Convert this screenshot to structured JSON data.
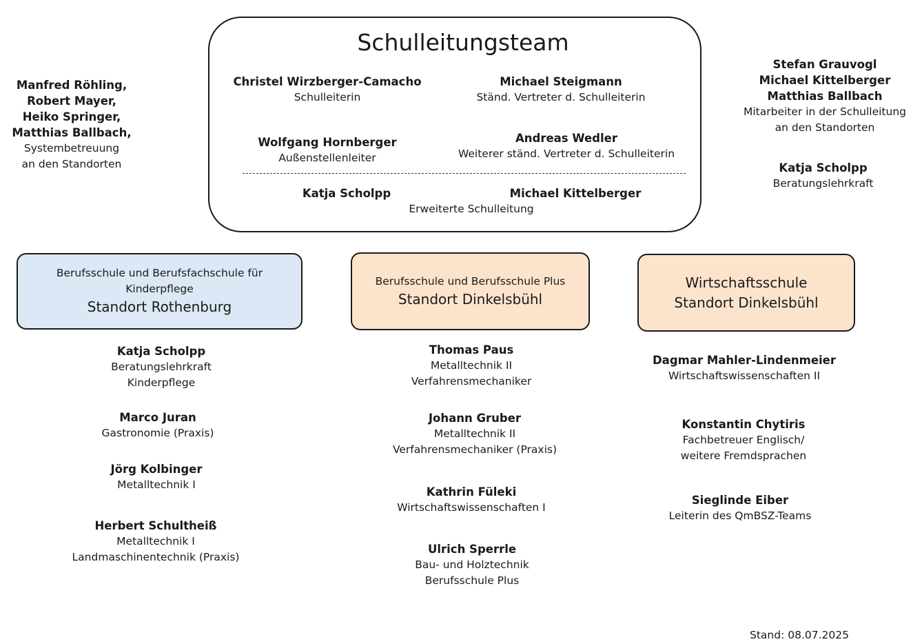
{
  "leitung": {
    "title": "Schulleitungsteam",
    "members": [
      {
        "name": "Christel Wirzberger-Camacho",
        "role": "Schulleiterin"
      },
      {
        "name": "Michael Steigmann",
        "role": "Ständ. Vertreter d. Schulleiterin"
      },
      {
        "name": "Wolfgang Hornberger",
        "role": "Außenstellenleiter"
      },
      {
        "name": "Andreas Wedler",
        "role": "Weiterer ständ. Vertreter d. Schulleiterin"
      }
    ],
    "erweitert": {
      "names": [
        "Katja Scholpp",
        "Michael Kittelberger"
      ],
      "role": "Erweiterte Schulleitung"
    }
  },
  "left_note": {
    "names": [
      "Manfred Röhling,",
      "Robert Mayer,",
      "Heiko Springer,",
      "Matthias Ballbach,"
    ],
    "roles": [
      "Systembetreuung",
      "an den Standorten"
    ]
  },
  "right_notes": [
    {
      "names": [
        "Stefan Grauvogl",
        "Michael Kittelberger",
        "Matthias Ballbach"
      ],
      "roles": [
        "Mitarbeiter in der Schulleitung",
        "an den Standorten"
      ]
    },
    {
      "names": [
        "Katja Scholpp"
      ],
      "roles": [
        "Beratungslehrkraft"
      ]
    }
  ],
  "locations": [
    {
      "sub": [
        "Berufsschule und Berufsfachschule für",
        "Kinderpflege"
      ],
      "main": [
        "Standort Rothenburg"
      ],
      "fill": "#dce8f5",
      "staff": [
        {
          "name": "Katja Scholpp",
          "roles": [
            "Beratungslehrkraft",
            "Kinderpflege"
          ]
        },
        {
          "name": "Marco Juran",
          "roles": [
            "Gastronomie (Praxis)"
          ]
        },
        {
          "name": "Jörg Kolbinger",
          "roles": [
            "Metalltechnik I"
          ]
        },
        {
          "name": "Herbert Schultheiß",
          "roles": [
            "Metalltechnik I",
            "Landmaschinentechnik (Praxis)"
          ]
        }
      ]
    },
    {
      "sub": [
        "Berufsschule und Berufsschule Plus"
      ],
      "main": [
        "Standort Dinkelsbühl"
      ],
      "fill": "#fce4cc",
      "staff": [
        {
          "name": "Thomas Paus",
          "roles": [
            "Metalltechnik II",
            "Verfahrensmechaniker"
          ]
        },
        {
          "name": "Johann Gruber",
          "roles": [
            "Metalltechnik II",
            "Verfahrensmechaniker (Praxis)"
          ]
        },
        {
          "name": "Kathrin Füleki",
          "roles": [
            "Wirtschaftswissenschaften I"
          ]
        },
        {
          "name": "Ulrich Sperrle",
          "roles": [
            "Bau- und Holztechnik",
            "Berufsschule Plus"
          ]
        }
      ]
    },
    {
      "sub": [],
      "main": [
        "Wirtschaftsschule",
        "Standort Dinkelsbühl"
      ],
      "fill": "#fce4cc",
      "staff": [
        {
          "name": "Dagmar Mahler-Lindenmeier",
          "roles": [
            "Wirtschaftswissenschaften II"
          ]
        },
        {
          "name": "Konstantin Chytiris",
          "roles": [
            "Fachbetreuer Englisch/",
            "weitere Fremdsprachen"
          ]
        },
        {
          "name": "Sieglinde Eiber",
          "roles": [
            "Leiterin des QmBSZ-Teams"
          ]
        }
      ]
    }
  ],
  "stand": "Stand: 08.07.2025"
}
